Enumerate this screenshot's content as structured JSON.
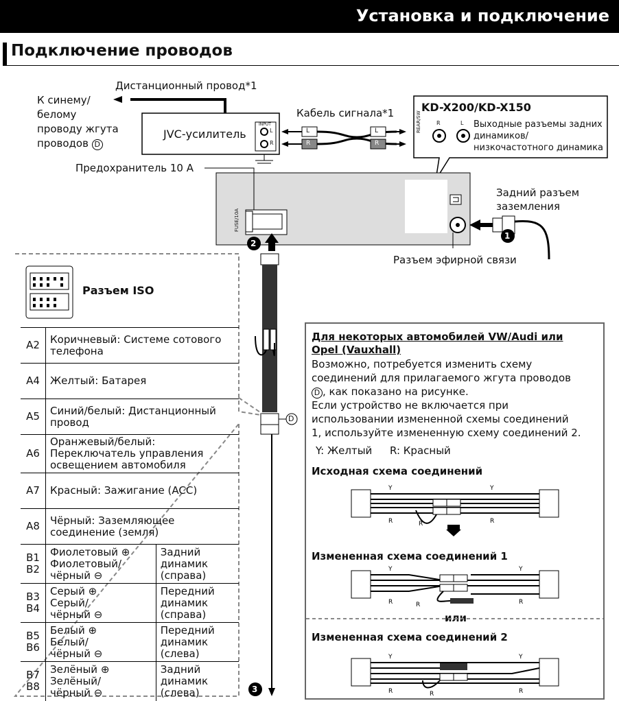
{
  "header": {
    "title": "Установка и подключение"
  },
  "section": {
    "title": "Подключение проводов"
  },
  "diagram": {
    "remote_wire": "Дистанционный провод*1",
    "to_harness_line1": "К синему/",
    "to_harness_line2": "белому",
    "to_harness_line3": "проводу жгута",
    "to_harness_line4": "проводов",
    "d_marker": "D",
    "amplifier": "JVC-усилитель",
    "input_label": "INPUT",
    "signal_cable": "Кабель сигнала*1",
    "model": "KD-X200/KD-X150",
    "rear_sw": "REAR/SW",
    "rear_outputs_line1": "Выходные разъемы задних",
    "rear_outputs_line2": "динамиков/",
    "rear_outputs_line3": "низкочастотного динамика",
    "fuse": "Предохранитель 10 А",
    "fuse_label": "FUSE/10A",
    "ground_line1": "Задний разъем",
    "ground_line2": "заземления",
    "antenna": "Разъем эфирной связи",
    "l": "L",
    "r": "R",
    "step1": "1",
    "step2": "2",
    "step3": "3",
    "d_label": "D"
  },
  "iso": {
    "title": "Разъем ISO",
    "rows": [
      {
        "code": "A2",
        "desc": "Коричневый: Системе сотового телефона"
      },
      {
        "code": "A4",
        "desc": "Желтый: Батарея"
      },
      {
        "code": "A5",
        "desc": "Синий/белый: Дистанционный провод"
      },
      {
        "code": "A6",
        "desc": "Оранжевый/белый: Переключатель управления освещением автомобиля"
      },
      {
        "code": "A7",
        "desc": "Красный: Зажигание (ACC)"
      },
      {
        "code": "A8",
        "desc": "Чёрный: Заземляющее соединение (земля)"
      }
    ],
    "speakers": [
      {
        "code1": "B1",
        "code2": "B2",
        "w1": "Фиолетовый ⊕",
        "w2": "Фиолетовый/",
        "w3": "чёрный ⊖",
        "s1": "Задний",
        "s2": "динамик",
        "s3": "(справа)"
      },
      {
        "code1": "B3",
        "code2": "B4",
        "w1": "Серый ⊕",
        "w2": "Серый/",
        "w3": "чёрный ⊖",
        "s1": "Передний",
        "s2": "динамик",
        "s3": "(справа)"
      },
      {
        "code1": "B5",
        "code2": "B6",
        "w1": "Белый ⊕",
        "w2": "Белый/",
        "w3": "чёрный ⊖",
        "s1": "Передний",
        "s2": "динамик",
        "s3": "(слева)"
      },
      {
        "code1": "B7",
        "code2": "B8",
        "w1": "Зелёный ⊕",
        "w2": "Зелёный/",
        "w3": "чёрный ⊖",
        "s1": "Задний",
        "s2": "динамик",
        "s3": "(слева)"
      }
    ]
  },
  "vw_panel": {
    "title_line1": "Для некоторых автомобилей VW/Audi или",
    "title_line2": "Opel (Vauxhall)",
    "p1_line1": "Возможно, потребуется изменить схему",
    "p1_line2": "соединений для прилагаемого жгута проводов",
    "p1_line3": ", как показано на рисунке.",
    "p2_line1": "Если устройство не включается при",
    "p2_line2": "использовании измененной схемы соединений",
    "p2_line3": "1, используйте измененную схему соединений 2.",
    "legend_y": "Y: Желтый",
    "legend_r": "R: Красный",
    "original": "Исходная схема соединений",
    "modified1": "Измененная схема соединений 1",
    "or": "или",
    "modified2": "Измененная схема соединений 2",
    "y": "Y",
    "r": "R"
  }
}
